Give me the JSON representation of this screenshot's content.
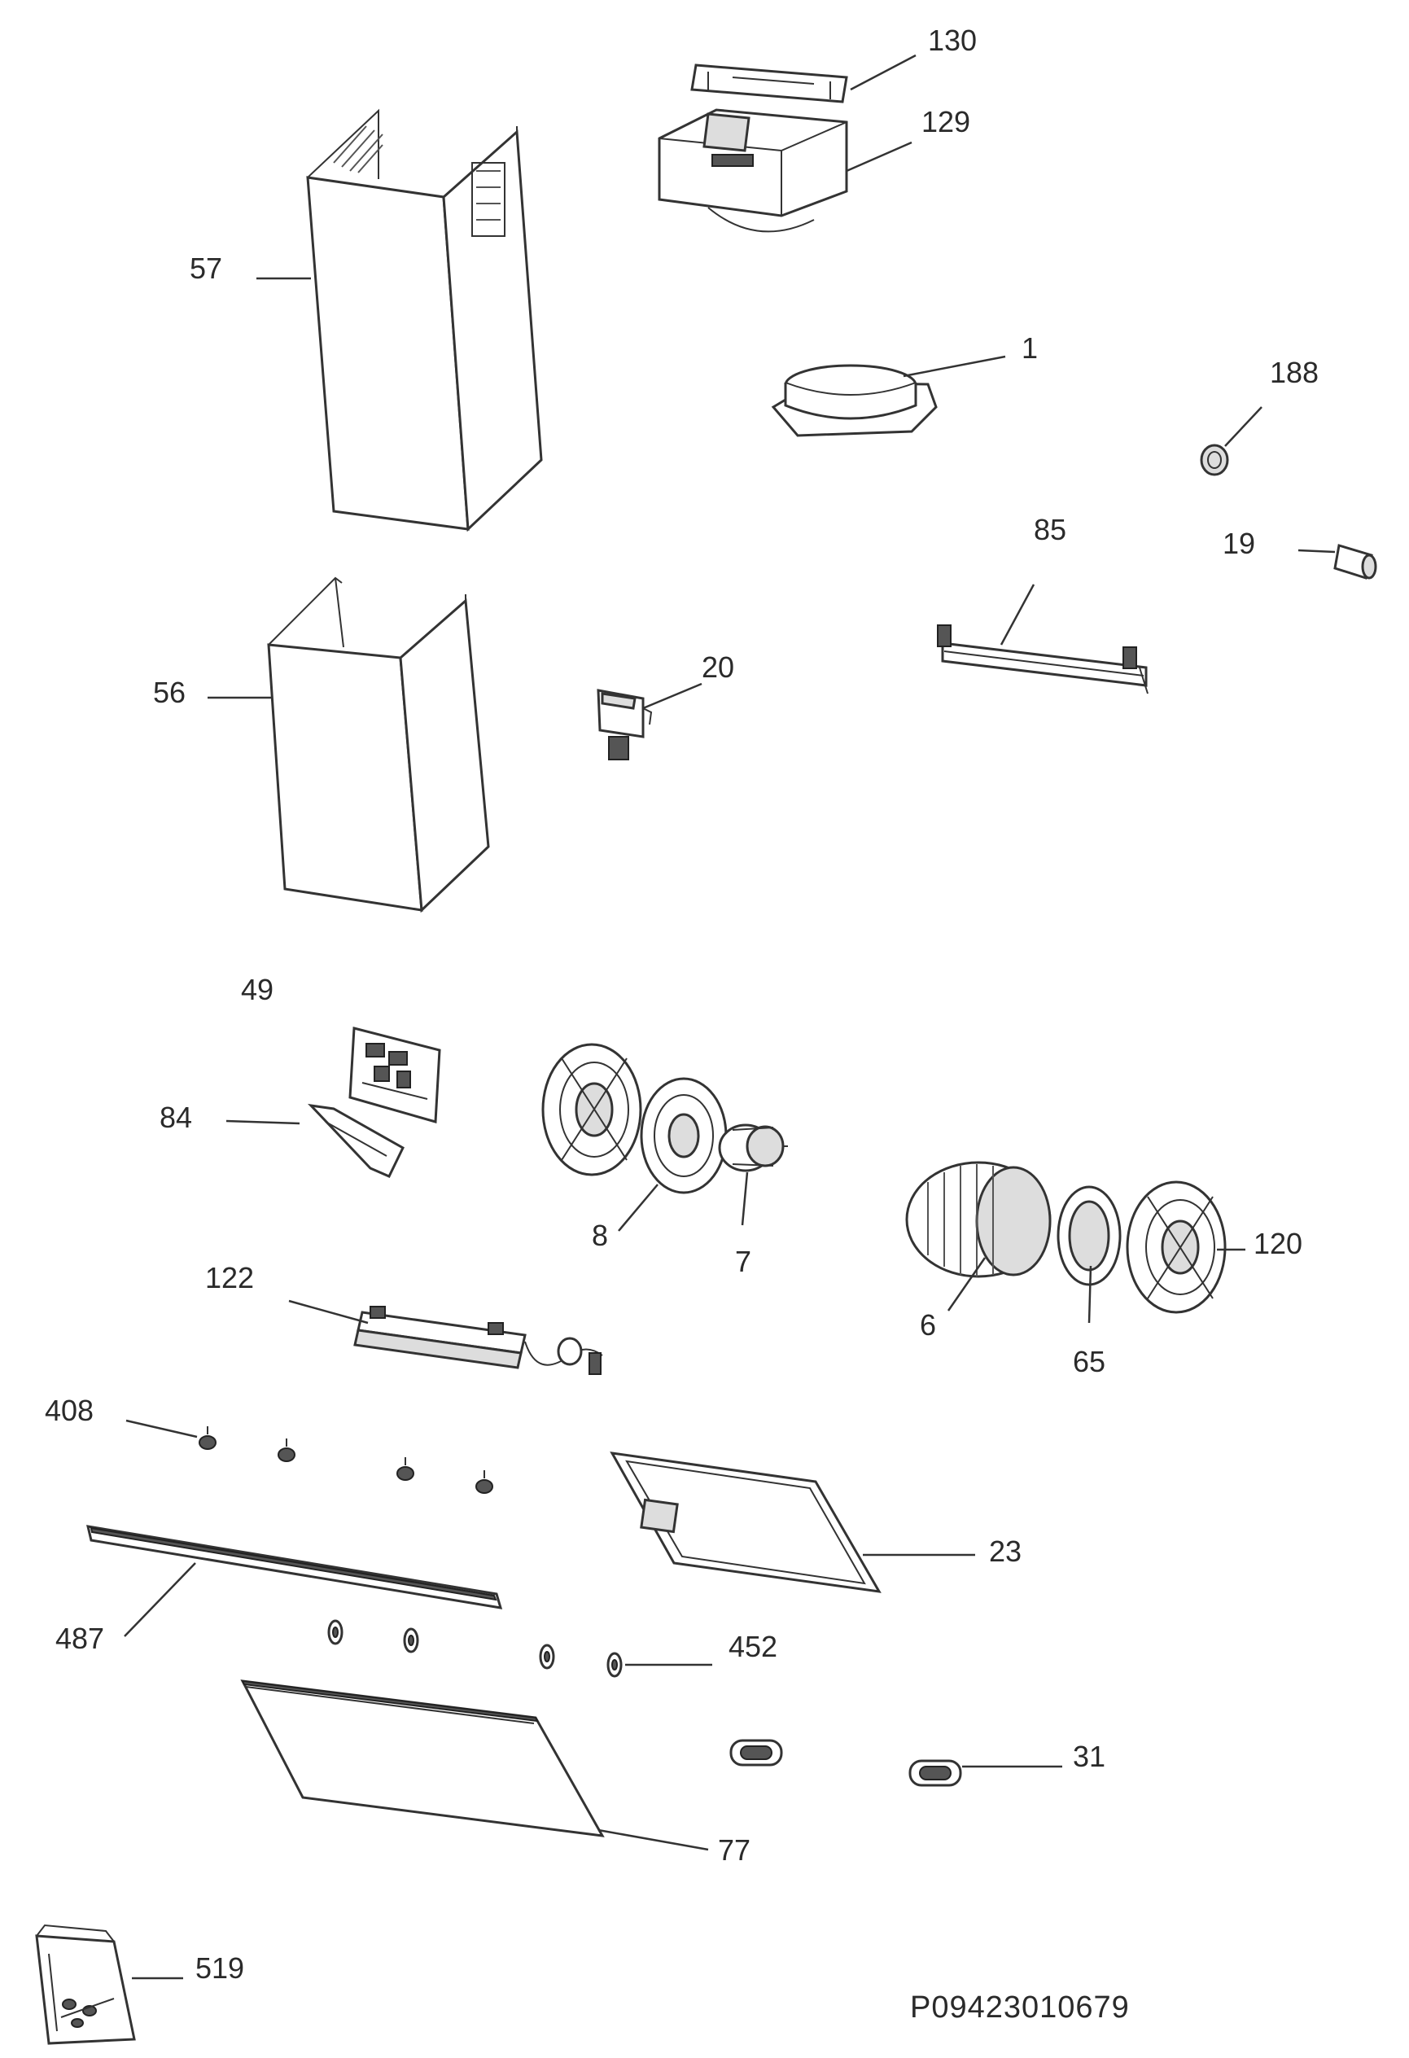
{
  "diagram_code": "P09423010679",
  "callouts": [
    {
      "id": "130",
      "label": "130"
    },
    {
      "id": "129",
      "label": "129"
    },
    {
      "id": "57",
      "label": "57"
    },
    {
      "id": "1",
      "label": "1"
    },
    {
      "id": "188",
      "label": "188"
    },
    {
      "id": "85",
      "label": "85"
    },
    {
      "id": "19",
      "label": "19"
    },
    {
      "id": "20",
      "label": "20"
    },
    {
      "id": "56",
      "label": "56"
    },
    {
      "id": "49",
      "label": "49"
    },
    {
      "id": "84",
      "label": "84"
    },
    {
      "id": "8",
      "label": "8"
    },
    {
      "id": "7",
      "label": "7"
    },
    {
      "id": "120",
      "label": "120"
    },
    {
      "id": "6",
      "label": "6"
    },
    {
      "id": "65",
      "label": "65"
    },
    {
      "id": "122",
      "label": "122"
    },
    {
      "id": "408",
      "label": "408"
    },
    {
      "id": "23",
      "label": "23"
    },
    {
      "id": "487",
      "label": "487"
    },
    {
      "id": "452",
      "label": "452"
    },
    {
      "id": "31",
      "label": "31"
    },
    {
      "id": "77",
      "label": "77"
    },
    {
      "id": "519",
      "label": "519"
    }
  ]
}
